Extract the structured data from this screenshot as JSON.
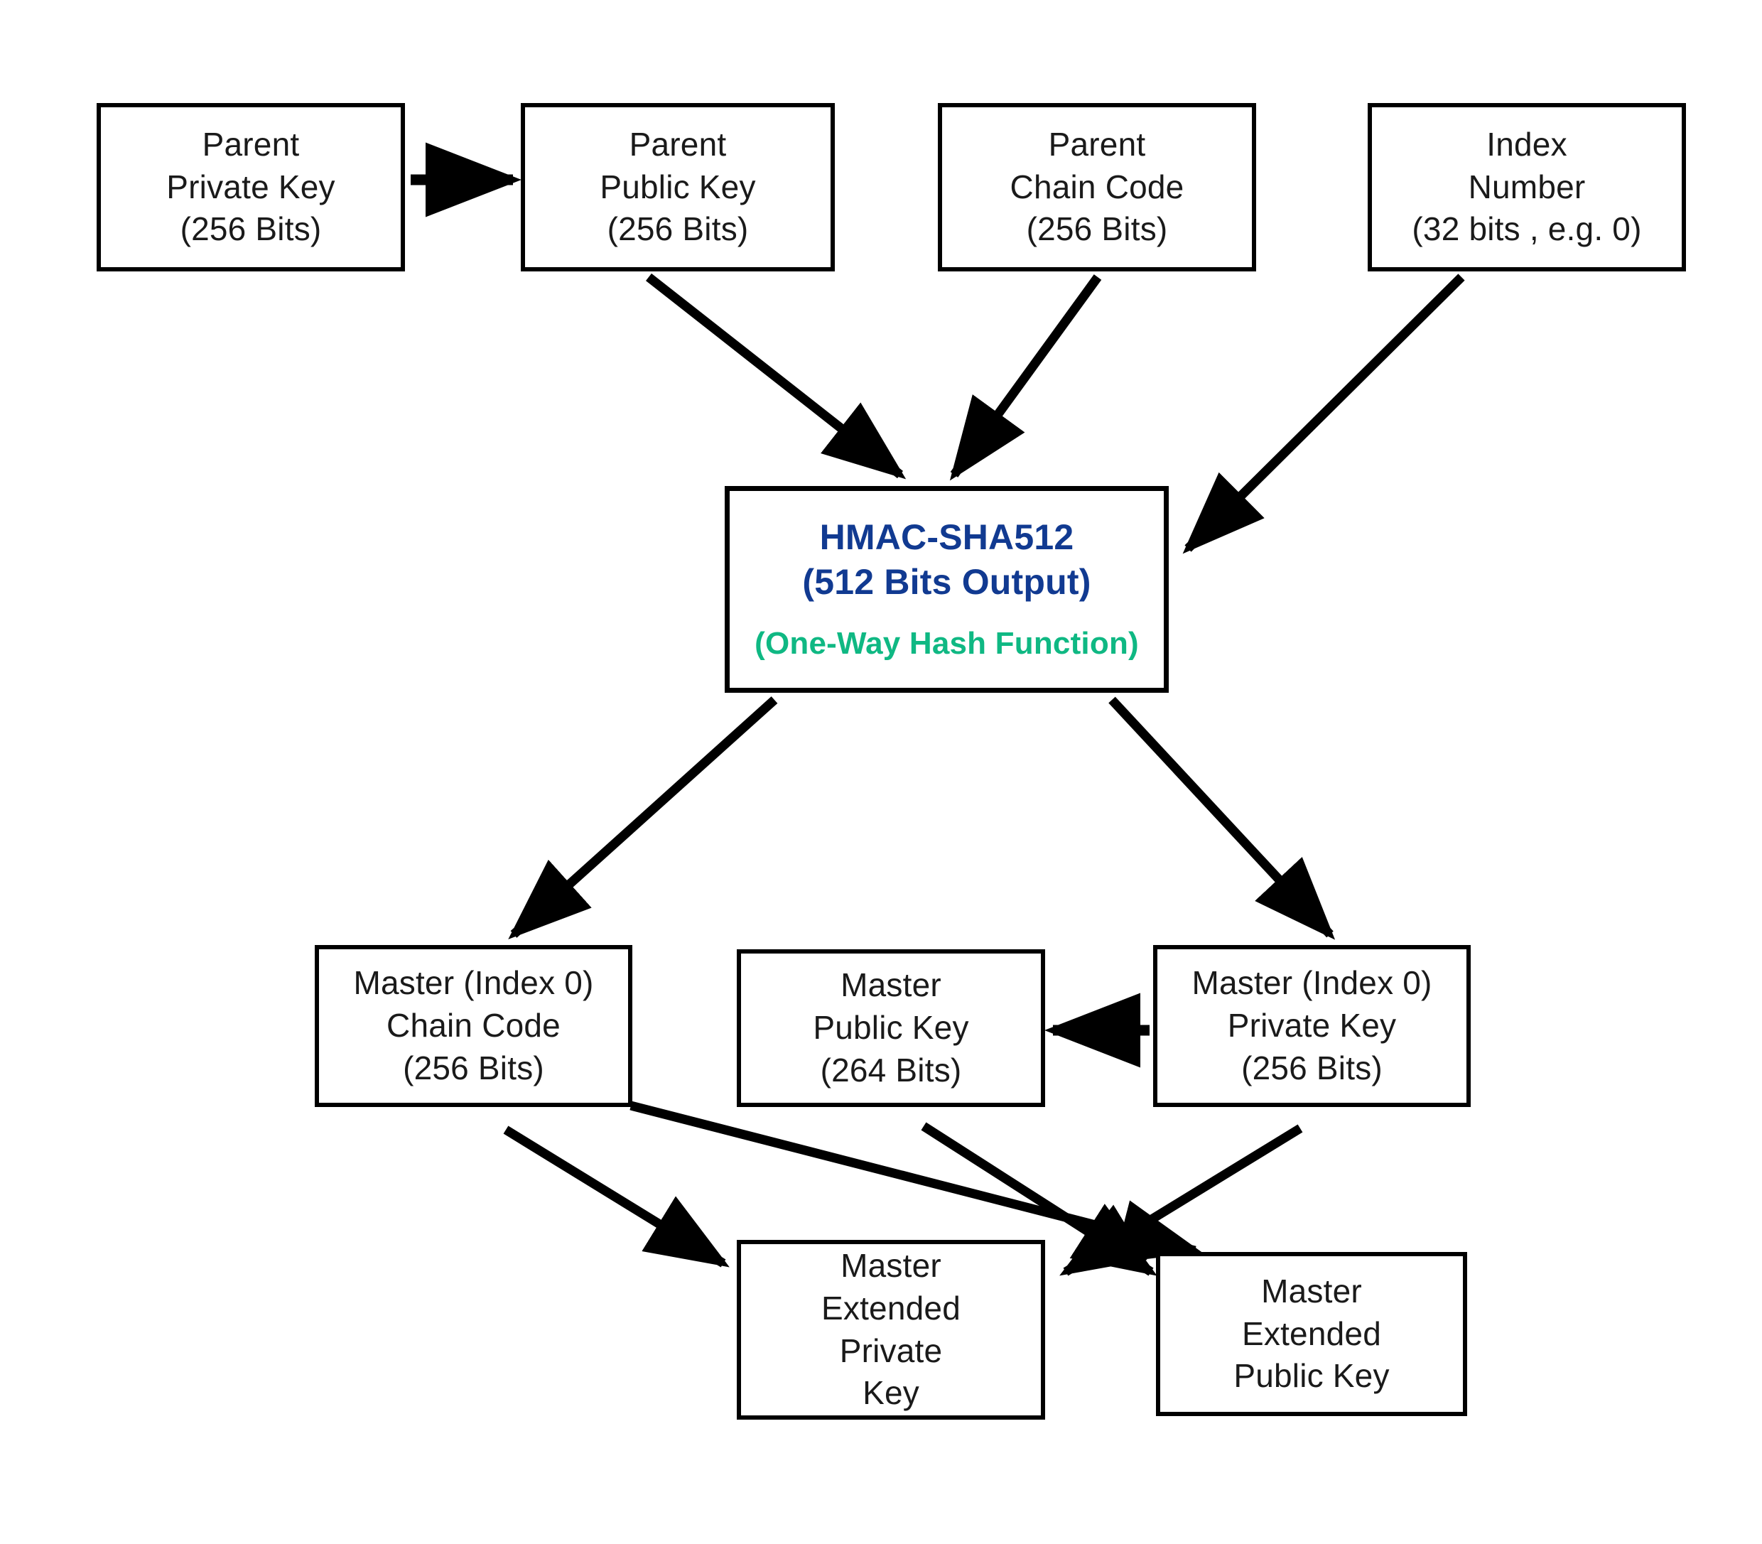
{
  "diagram": {
    "title": "HMAC-SHA512 Master Key Derivation",
    "colors": {
      "box_border": "#000000",
      "box_fill": "#ffffff",
      "text": "#1a1a1a",
      "hmac_title": "#113a91",
      "hmac_subtitle": "#0fb883",
      "arrow": "#000000"
    },
    "nodes": {
      "parent_private_key": {
        "lines": [
          "Parent",
          "Private Key",
          "(256 Bits)"
        ],
        "line1": "Parent",
        "line2": "Private Key",
        "line3": "(256 Bits)"
      },
      "parent_public_key": {
        "line1": "Parent",
        "line2": "Public Key",
        "line3": "(256 Bits)"
      },
      "parent_chain_code": {
        "line1": "Parent",
        "line2": "Chain Code",
        "line3": "(256 Bits)"
      },
      "index_number": {
        "line1": "Index",
        "line2": "Number",
        "line3": "(32 bits , e.g. 0)"
      },
      "hmac": {
        "title_line1": "HMAC-SHA512",
        "title_line2": "(512 Bits Output)",
        "subtitle": "(One-Way Hash Function)"
      },
      "master_chain_code": {
        "line1": "Master (Index 0)",
        "line2": "Chain Code",
        "line3": "(256 Bits)"
      },
      "master_public_key": {
        "line1": "Master",
        "line2": "Public Key",
        "line3": "(264 Bits)"
      },
      "master_private_key": {
        "line1": "Master (Index 0)",
        "line2": "Private Key",
        "line3": "(256 Bits)"
      },
      "master_extended_private_key": {
        "line1": "Master",
        "line2": "Extended",
        "line3": "Private",
        "line4": "Key"
      },
      "master_extended_public_key": {
        "line1": "Master",
        "line2": "Extended",
        "line3": "Public Key"
      }
    },
    "edges": [
      {
        "from": "parent_private_key",
        "to": "parent_public_key"
      },
      {
        "from": "parent_public_key",
        "to": "hmac"
      },
      {
        "from": "parent_chain_code",
        "to": "hmac"
      },
      {
        "from": "index_number",
        "to": "hmac"
      },
      {
        "from": "hmac",
        "to": "master_chain_code"
      },
      {
        "from": "hmac",
        "to": "master_private_key"
      },
      {
        "from": "master_private_key",
        "to": "master_public_key"
      },
      {
        "from": "master_chain_code",
        "to": "master_extended_private_key"
      },
      {
        "from": "master_chain_code",
        "to": "master_extended_public_key"
      },
      {
        "from": "master_public_key",
        "to": "master_extended_public_key"
      },
      {
        "from": "master_private_key",
        "to": "master_extended_private_key"
      }
    ]
  }
}
